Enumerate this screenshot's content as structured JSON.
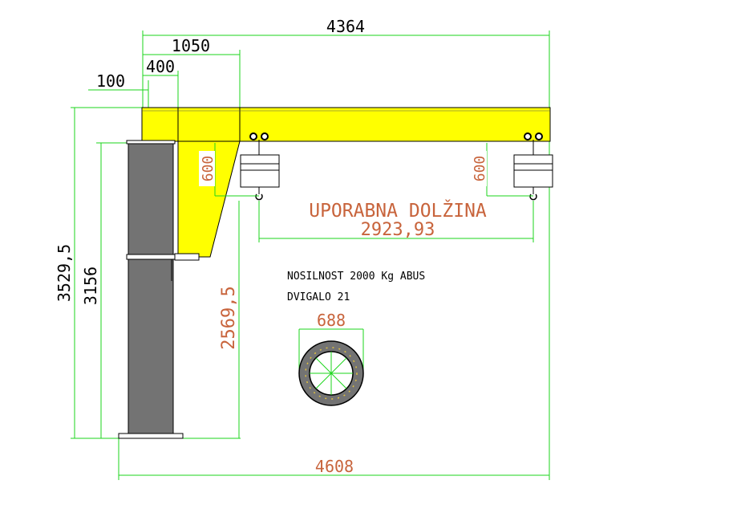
{
  "dimensions": {
    "overall_beam": "4364",
    "beam_to_bracket": "1050",
    "column_width": "400",
    "beam_offset": "100",
    "total_height": "3529,5",
    "column_height": "3156",
    "hook_height": "2569,5",
    "hoist_drop_left": "600",
    "hoist_drop_right": "600",
    "usable_length": "2923,93",
    "total_span": "4608",
    "ring_diameter": "688"
  },
  "labels": {
    "usable_length_title": "UPORABNA DOLŽINA",
    "capacity": "NOSILNOST 2000 Kg ABUS",
    "hoist": "DVIGALO 21"
  },
  "colors": {
    "beam": "#ffff00",
    "column": "#737373",
    "dimension_line": "#1bd61b",
    "dimension_text": "#c8643c"
  }
}
